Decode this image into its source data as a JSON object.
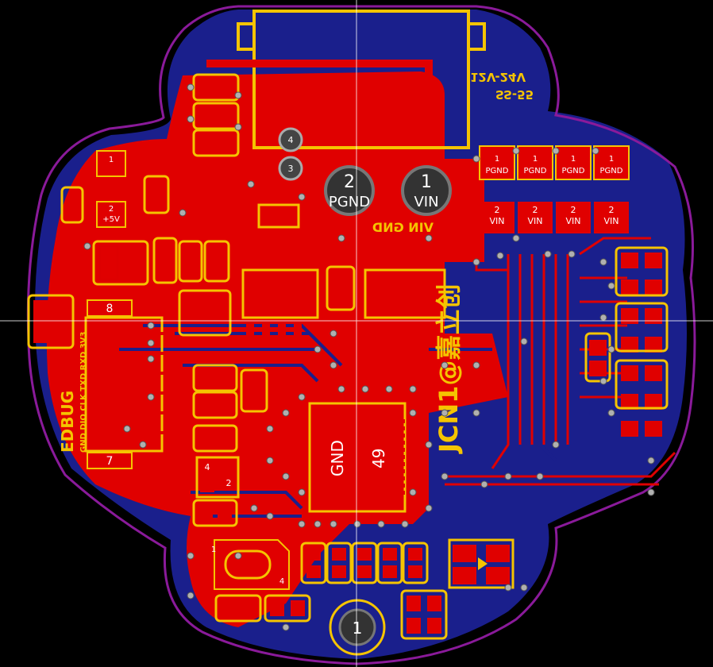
{
  "board": {
    "colors": {
      "background": "#000000",
      "bottom_copper": "#1a1f8c",
      "top_copper": "#e00000",
      "pad": "#e00000",
      "silkscreen": "#f5c400",
      "outline": "#8a1a9a",
      "via": "#b0b0b0",
      "crosshair": "#ffffff"
    }
  },
  "labels": {
    "edbug": "EDBUG",
    "debug_pins": "GND DIO CLK TXD RXD 3V3",
    "vin_gnd": "VIN GND",
    "brand": "JCN1@嘉立创",
    "voltage": "12V-24V",
    "ss": "SS-55"
  },
  "connectors": {
    "pgnd_num": "2",
    "pgnd_label": "PGND",
    "vin_num": "1",
    "vin_label": "VIN",
    "bottom_num": "1",
    "header_top": [
      "4",
      "3"
    ]
  },
  "pads": {
    "pgnd_row": [
      {
        "num": "1",
        "label": "PGND"
      },
      {
        "num": "1",
        "label": "PGND"
      },
      {
        "num": "1",
        "label": "PGND"
      },
      {
        "num": "1",
        "label": "PGND"
      }
    ],
    "vin_row": [
      {
        "num": "2",
        "label": "VIN"
      },
      {
        "num": "2",
        "label": "VIN"
      },
      {
        "num": "2",
        "label": "VIN"
      },
      {
        "num": "2",
        "label": "VIN"
      }
    ],
    "plus5v_num": "2",
    "plus5v_label": "+5V",
    "pad_1_label": "1",
    "pad_8": "8",
    "pad_7": "7",
    "mcu_gnd": "GND",
    "mcu_pin": "49",
    "sot_4": "4",
    "sot_2": "2",
    "xtal_1": "1",
    "xtal_4": "4"
  }
}
